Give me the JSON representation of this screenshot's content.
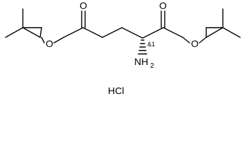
{
  "molecule": {
    "atoms": {
      "ester_oxygen_left": "O",
      "carbonyl_oxygen_left": "O",
      "ester_oxygen_right": "O",
      "carbonyl_oxygen_right": "O",
      "amine_symbol": "NH",
      "amine_subscript": "2"
    },
    "stereo_descriptor": "&1",
    "salt": "HCl"
  },
  "colors": {
    "bond": "#000000",
    "text": "#000000",
    "background": "#ffffff"
  }
}
